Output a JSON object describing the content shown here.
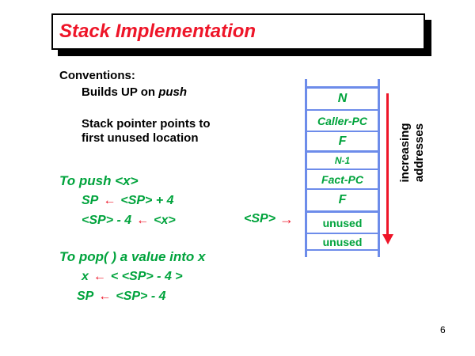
{
  "title": "Stack Implementation",
  "page_number": "6",
  "conventions": {
    "heading": "Conventions:",
    "builds_pre": "Builds UP on ",
    "builds_italic": "push",
    "pointer_line1": "Stack pointer points to",
    "pointer_line2": "first unused location"
  },
  "push_block": {
    "heading": "To push <x>",
    "line1": {
      "lhs": "SP",
      "arrow": "←",
      "rhs": "<SP> + 4"
    },
    "line2": {
      "lhs": "<SP> - 4",
      "arrow": "←",
      "rhs": "<x>"
    }
  },
  "pop_block": {
    "heading": "To pop( ) a value into x",
    "line1": {
      "lhs": "x",
      "arrow": "←",
      "rhs": "< <SP> - 4 >"
    },
    "line2": {
      "lhs": "SP",
      "arrow": "←",
      "rhs": "<SP> - 4"
    }
  },
  "sp_pointer": {
    "label": "<SP>",
    "arrow": "→"
  },
  "stack": {
    "cells": [
      {
        "label": "N"
      },
      {
        "label": "Caller-PC"
      },
      {
        "label": "F"
      },
      {
        "label": "N-1"
      },
      {
        "label": "Fact-PC"
      },
      {
        "label": "F"
      },
      {
        "label": "unused"
      },
      {
        "label": "unused"
      }
    ]
  },
  "address_label": {
    "line1": "increasing",
    "line2": "addresses"
  },
  "colors": {
    "title_red": "#ee1528",
    "text_green": "#00a33c",
    "stack_blue": "#6d8cea"
  }
}
